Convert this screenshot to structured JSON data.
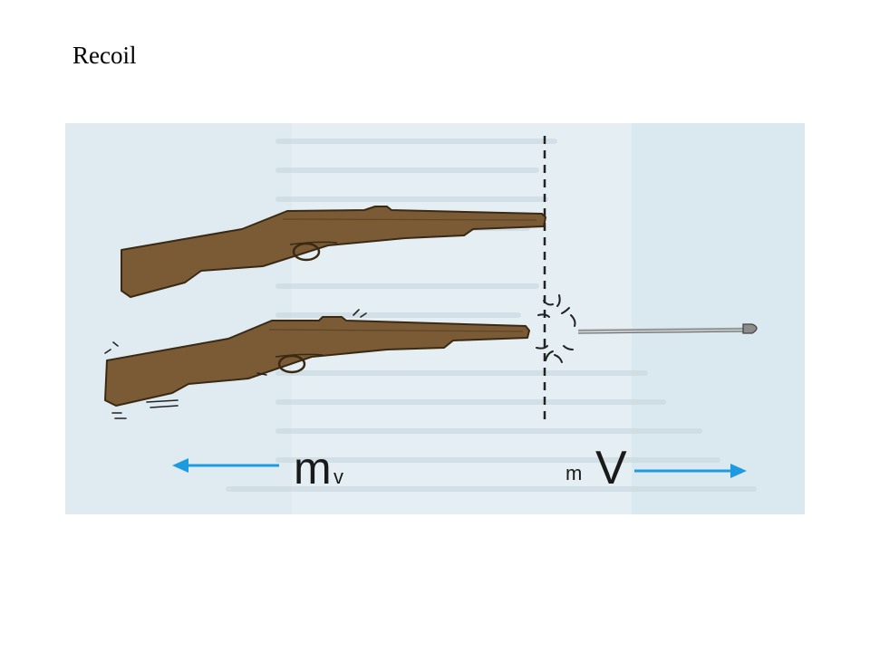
{
  "title": "Recoil",
  "colors": {
    "background_scan": "#e4eef3",
    "rifle_wood": "#7a5b36",
    "rifle_outline": "#3a2a14",
    "arrow": "#1e9be0",
    "text": "#1a1a1a"
  },
  "labels": {
    "gun_mass": "m",
    "gun_velocity": "v",
    "bullet_mass": "m",
    "bullet_velocity": "V"
  },
  "icons": {
    "rifle_before": "rifle-icon",
    "rifle_after": "rifle-recoiling-icon",
    "muzzle_flash": "muzzle-blast-icon",
    "bullet": "bullet-icon"
  }
}
